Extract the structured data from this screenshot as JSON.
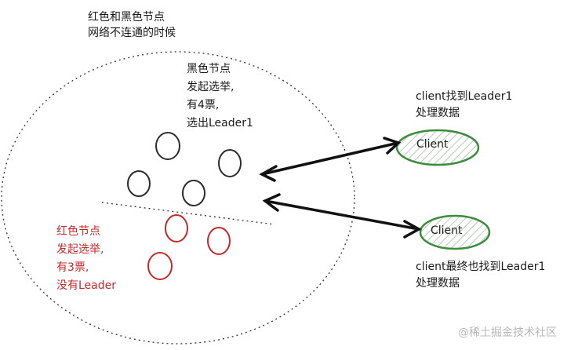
{
  "labels": {
    "partition_title_line1": "红色和黑色节点",
    "partition_title_line2": "网络不连通的时候",
    "black_line1": "黑色节点",
    "black_line2": "发起选举,",
    "black_line3": "有4票,",
    "black_line4": "选出Leader1",
    "red_line1": "红色节点",
    "red_line2": "发起选举,",
    "red_line3": "有3票,",
    "red_line4": "没有Leader",
    "client1_line1": "client找到Leader1",
    "client1_line2": "处理数据",
    "client2_line1": "client最终也找到Leader1",
    "client2_line2": "处理数据",
    "client1_node": "Client",
    "client2_node": "Client",
    "watermark": "@稀土掘金技术社区"
  },
  "colors": {
    "black_node": "#2b2b2b",
    "red_node": "#c62828",
    "client_border": "#3d8b3d",
    "client_hatch": "#b8c8b8",
    "arrow": "#111111",
    "dashed": "#333333"
  }
}
